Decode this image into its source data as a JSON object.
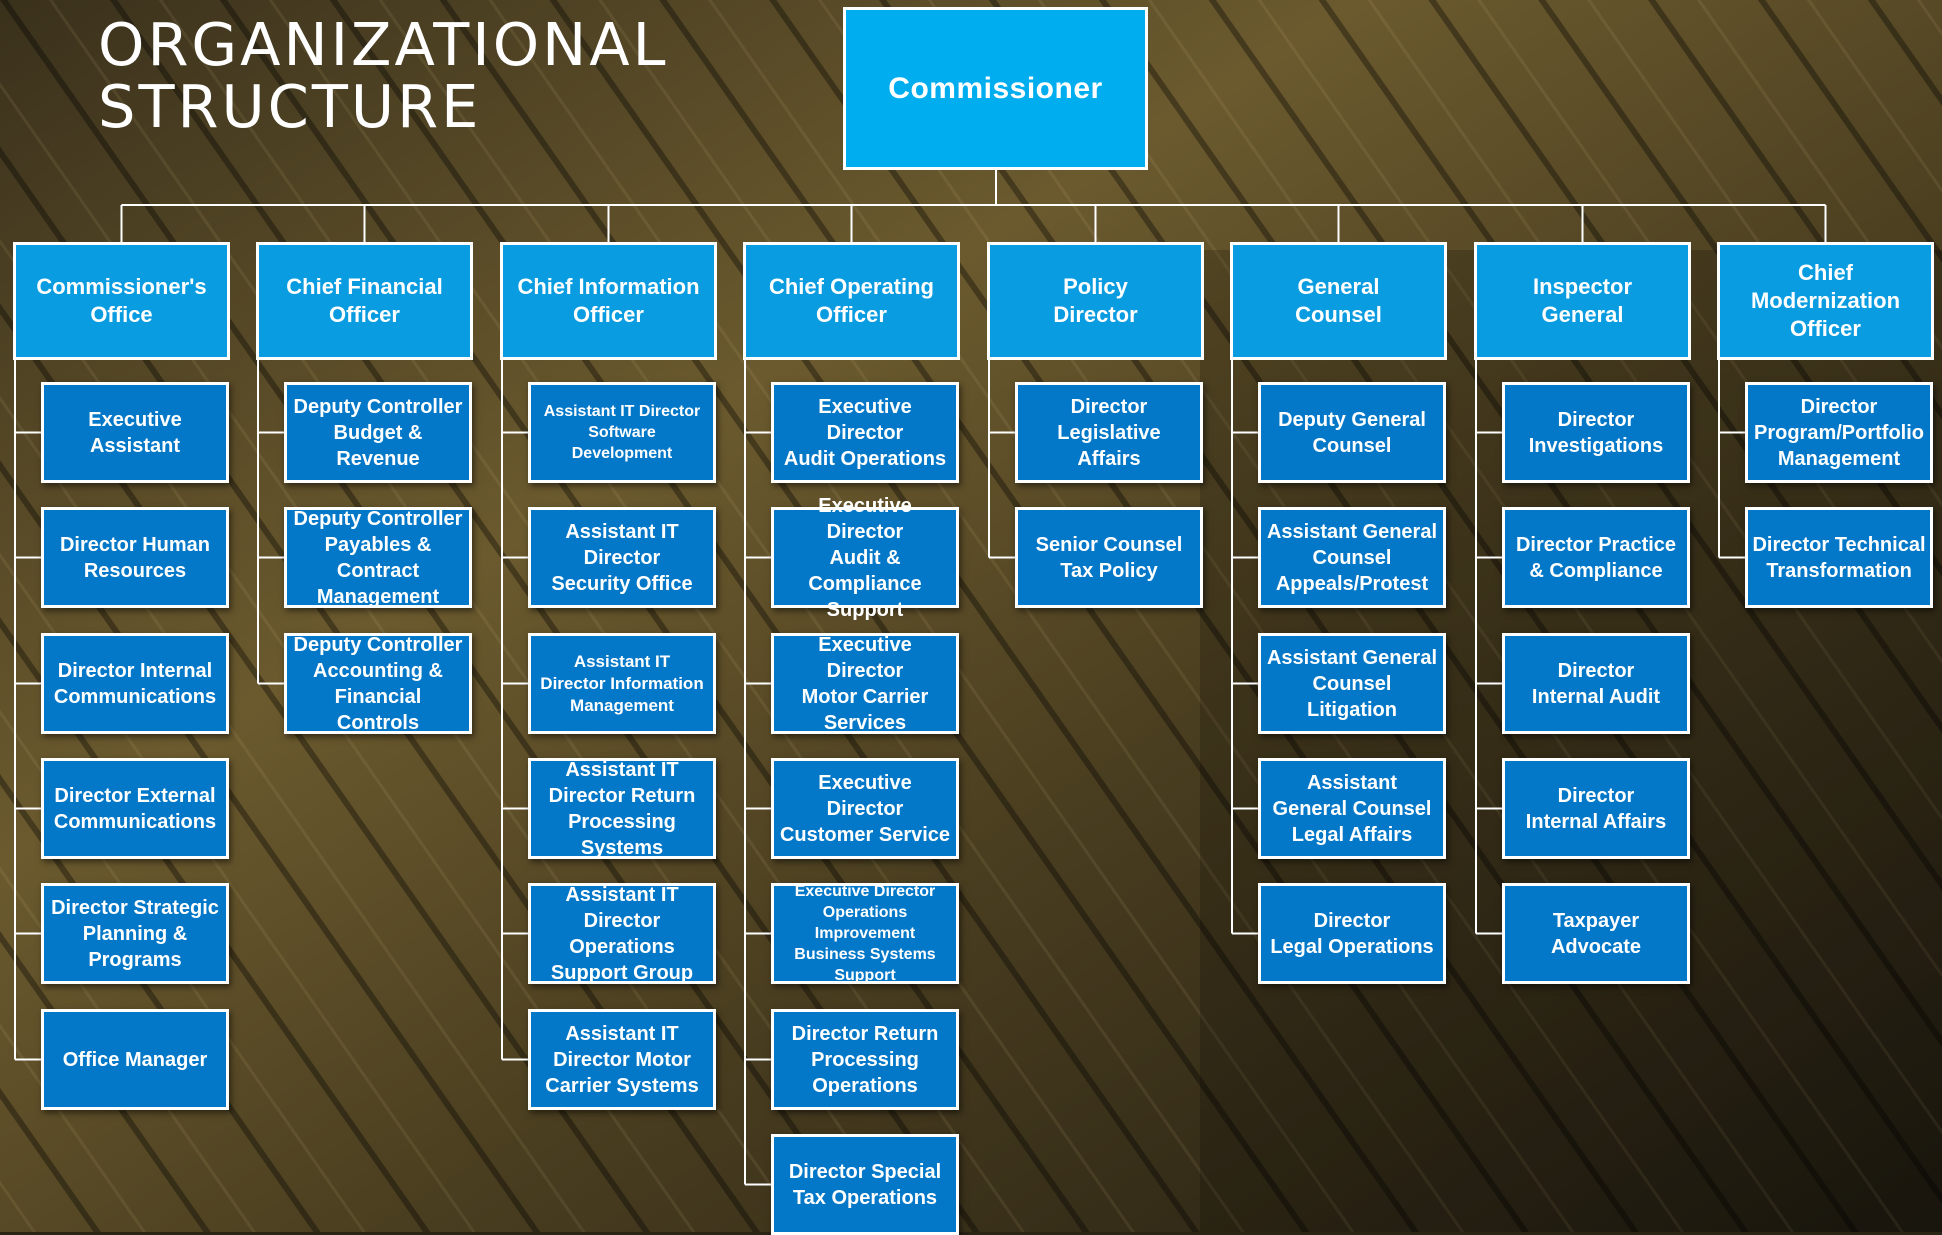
{
  "title": {
    "line1": "ORGANIZATIONAL",
    "line2": "STRUCTURE"
  },
  "root": {
    "label": "Commissioner"
  },
  "colors": {
    "root": "#00aeef",
    "head": "#0a9ce0",
    "child": "#0478c8",
    "connector": "#ffffff",
    "background": "#2a2415"
  },
  "departments": [
    {
      "name": "Commissioner's\nOffice",
      "children": [
        "Executive\nAssistant",
        "Director Human\nResources",
        "Director Internal\nCommunications",
        "Director External\nCommunications",
        "Director Strategic\nPlanning &\nPrograms",
        "Office Manager"
      ]
    },
    {
      "name": "Chief Financial\nOfficer",
      "children": [
        "Deputy Controller\nBudget &\nRevenue",
        "Deputy Controller\nPayables & Contract\nManagement",
        "Deputy Controller\nAccounting &\nFinancial Controls"
      ]
    },
    {
      "name": "Chief Information\nOfficer",
      "children": [
        "Assistant IT Director\nSoftware\nDevelopment",
        "Assistant IT\nDirector\nSecurity Office",
        "Assistant IT\nDirector Information\nManagement",
        "Assistant IT\nDirector Return\nProcessing Systems",
        "Assistant IT\nDirector Operations\nSupport Group",
        "Assistant IT\nDirector Motor\nCarrier Systems"
      ]
    },
    {
      "name": "Chief Operating\nOfficer",
      "children": [
        "Executive Director\nAudit Operations",
        "Executive Director\nAudit & Compliance\nSupport",
        "Executive Director\nMotor Carrier\nServices",
        "Executive Director\nCustomer Service",
        "Executive Director\nOperations Improvement\nBusiness Systems\nSupport",
        "Director Return\nProcessing\nOperations",
        "Director Special\nTax Operations"
      ]
    },
    {
      "name": "Policy\nDirector",
      "children": [
        "Director\nLegislative\nAffairs",
        "Senior Counsel\nTax Policy"
      ]
    },
    {
      "name": "General\nCounsel",
      "children": [
        "Deputy General\nCounsel",
        "Assistant General\nCounsel\nAppeals/Protest",
        "Assistant General\nCounsel Litigation",
        "Assistant\nGeneral Counsel\nLegal Affairs",
        "Director\nLegal Operations"
      ]
    },
    {
      "name": "Inspector\nGeneral",
      "children": [
        "Director\nInvestigations",
        "Director Practice\n& Compliance",
        "Director\nInternal Audit",
        "Director\nInternal Affairs",
        "Taxpayer\nAdvocate"
      ]
    },
    {
      "name": "Chief Modernization\nOfficer",
      "children": [
        "Director\nProgram/Portfolio\nManagement",
        "Director Technical\nTransformation"
      ]
    }
  ]
}
